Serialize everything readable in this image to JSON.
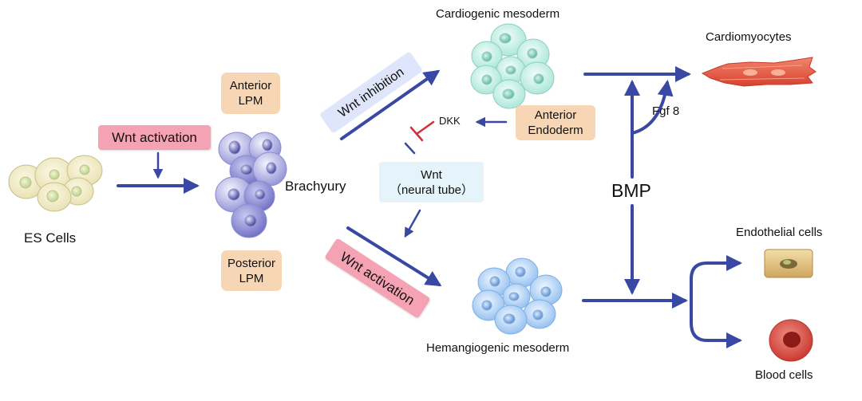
{
  "labels": {
    "es_cells": "ES Cells",
    "brachyury": "Brachyury",
    "cardiogenic_mesoderm": "Cardiogenic mesoderm",
    "hemangiogenic_mesoderm": "Hemangiogenic mesoderm",
    "cardiomyocytes": "Cardiomyocytes",
    "endothelial_cells": "Endothelial cells",
    "blood_cells": "Blood cells",
    "bmp": "BMP",
    "fgf8": "Fgf 8",
    "dkk": "DKK"
  },
  "boxes": {
    "wnt_activation_top": "Wnt activation",
    "wnt_activation_bottom": "Wnt activation",
    "wnt_inhibition": "Wnt inhibition",
    "anterior_lpm_line1": "Anterior",
    "anterior_lpm_line2": "LPM",
    "posterior_lpm_line1": "Posterior",
    "posterior_lpm_line2": "LPM",
    "anterior_endoderm_line1": "Anterior",
    "anterior_endoderm_line2": "Endoderm",
    "wnt_neural_line1": "Wnt",
    "wnt_neural_line2": "（neural tube）"
  },
  "colors": {
    "arrow": "#3949a3",
    "inhibit": "#d0303a",
    "tan_box": "#f6d6b4",
    "pink_box": "#f5a3b4",
    "wnt_inhibition_box": "#dfe6fb",
    "wnt_box": "#e5f3fb",
    "es_cell": "#f1ecc6",
    "brachyury_cell": "#b3b3e4",
    "cardiogenic_cell": "#c9f0e6",
    "hemangiogenic_cell": "#b9d8f7",
    "cardiomyocyte": "#e8563f",
    "endothelial_cell": "#e2c283",
    "blood_cell": "#d85249"
  }
}
